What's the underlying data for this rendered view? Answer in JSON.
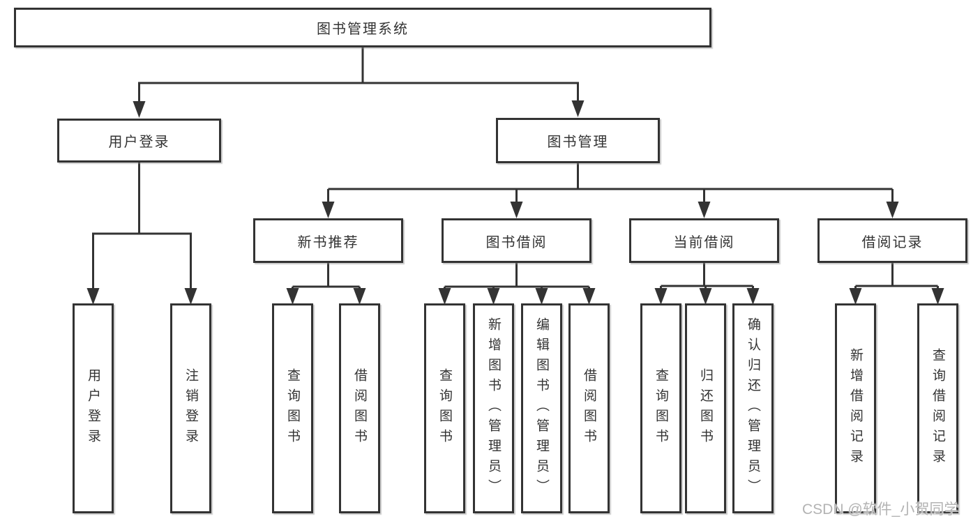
{
  "nodes": {
    "root": "图书管理系统",
    "user_login": "用户登录",
    "book_mgmt": "图书管理",
    "new_books": "新书推荐",
    "book_borrow": "图书借阅",
    "current_borrow": "当前借阅",
    "borrow_records": "借阅记录"
  },
  "leaves": {
    "user_login_1": "用户登录",
    "user_login_2": "注销登录",
    "new_books_1": "查询图书",
    "new_books_2": "借阅图书",
    "book_borrow_1": "查询图书",
    "book_borrow_2": "新增图书（管理员）",
    "book_borrow_3": "编辑图书（管理员）",
    "book_borrow_4": "借阅图书",
    "current_borrow_1": "查询图书",
    "current_borrow_2": "归还图书",
    "current_borrow_3": "确认归还（管理员）",
    "borrow_records_1": "新增借阅记录",
    "borrow_records_2": "查询借阅记录"
  },
  "watermark": "CSDN @软件_小贺同学",
  "colors": {
    "line": "#333333",
    "text": "#333333",
    "box_background": "#ffffff",
    "watermark": "#b3b3b3",
    "background": "#ffffff"
  }
}
